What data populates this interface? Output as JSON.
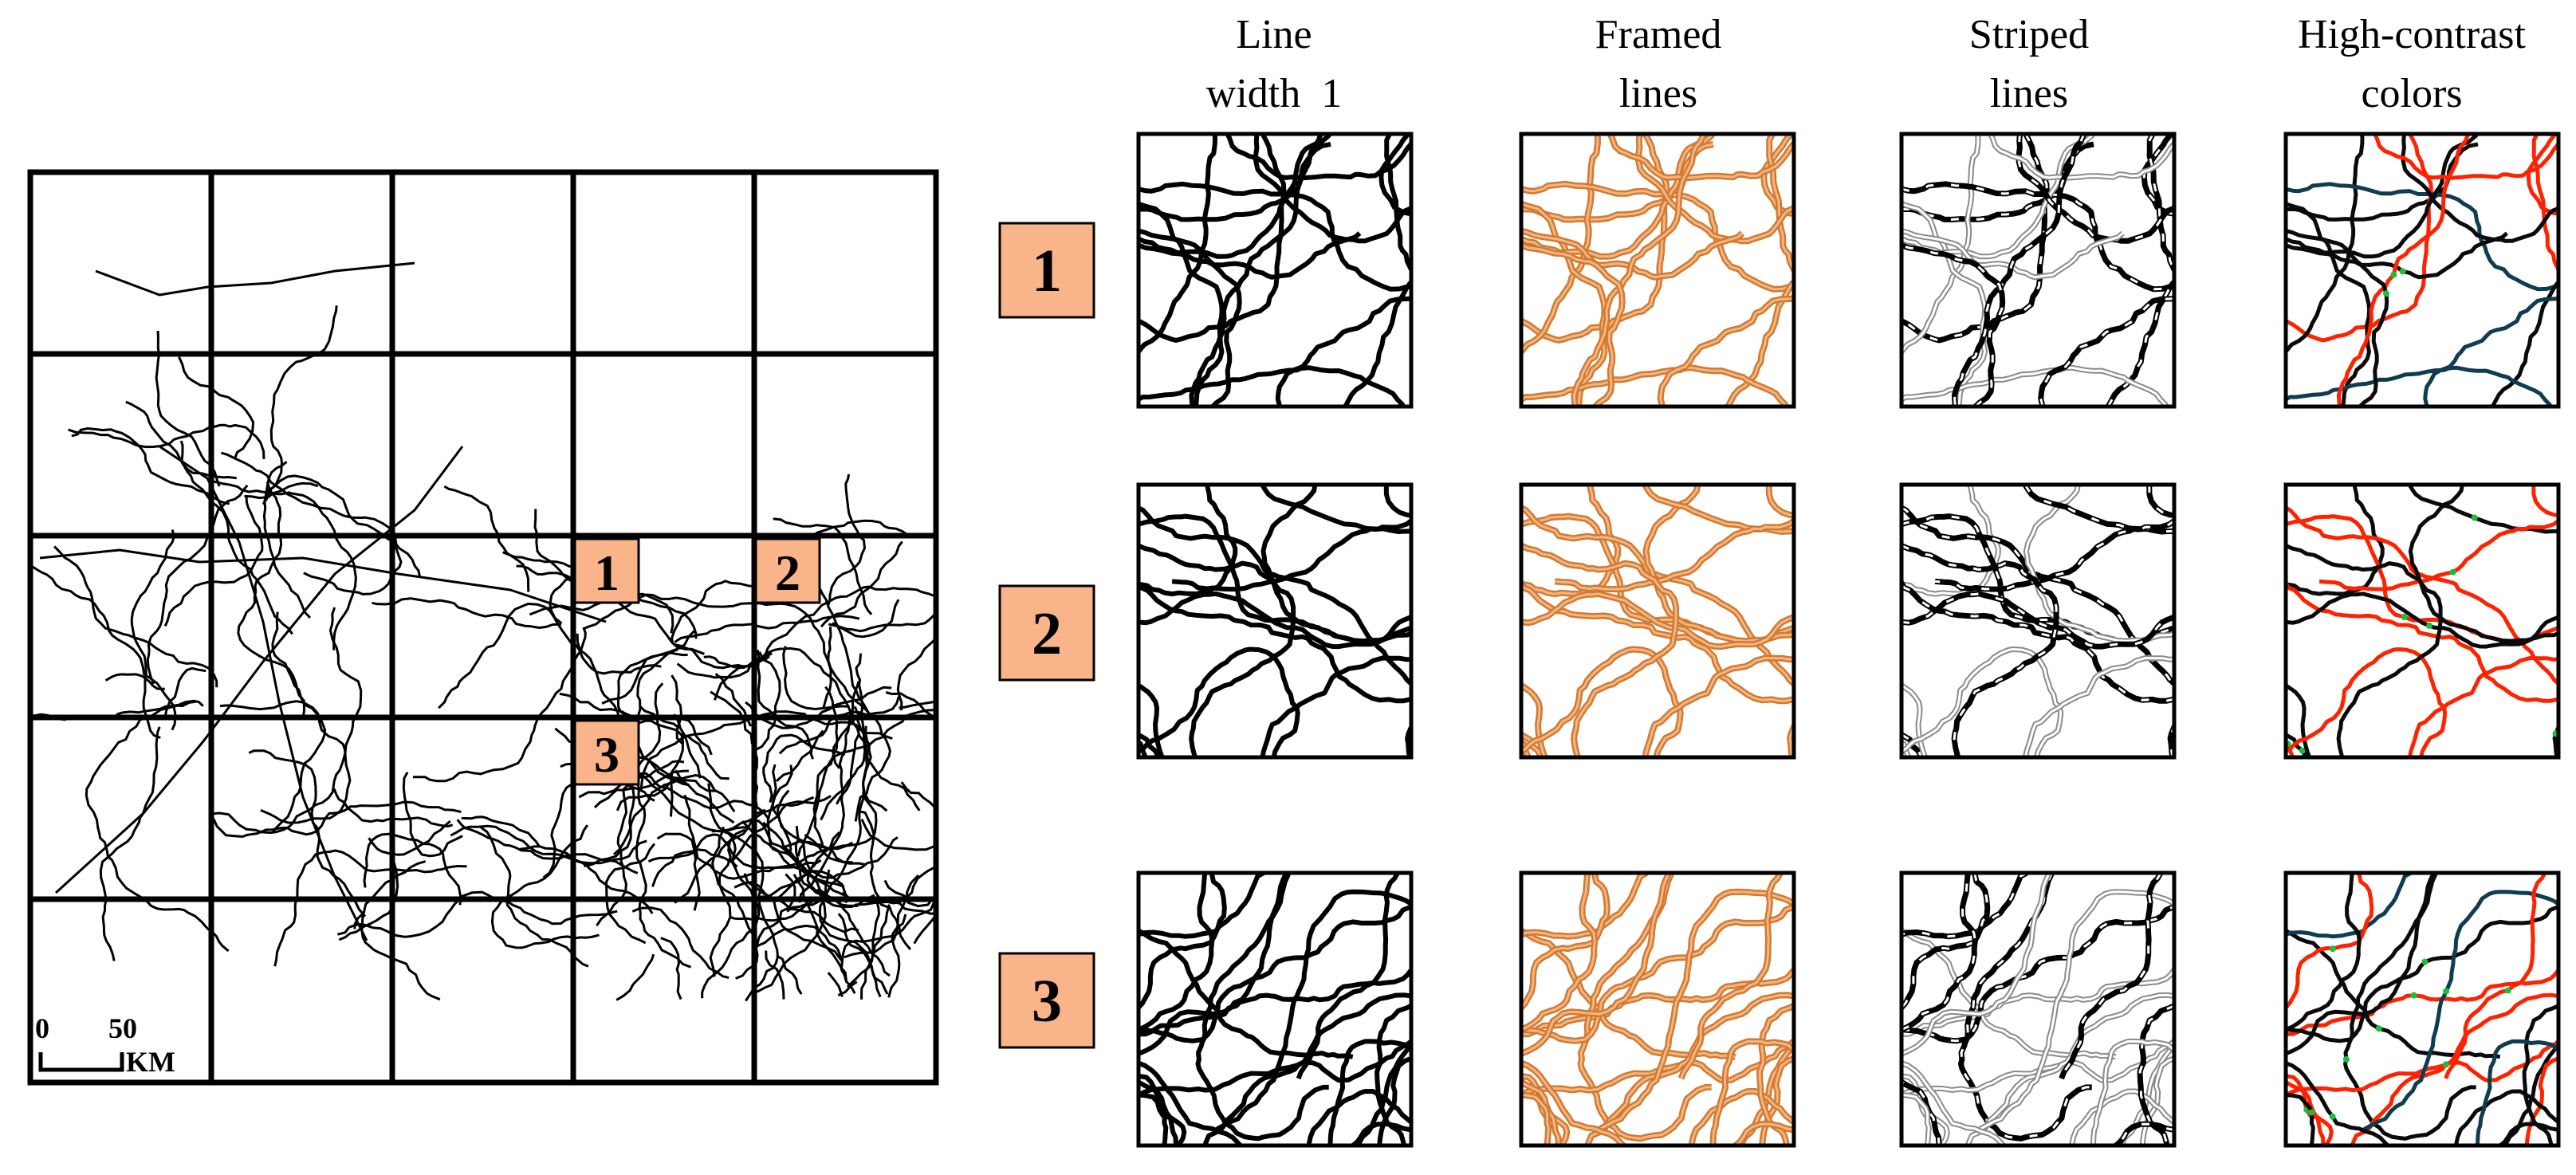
{
  "column_headers": [
    {
      "line1": "Line",
      "line2": "width  1"
    },
    {
      "line1": "Framed",
      "line2": "lines"
    },
    {
      "line1": "Striped",
      "line2": "lines"
    },
    {
      "line1": "High-contrast",
      "line2": "colors"
    }
  ],
  "regions": [
    "1",
    "2",
    "3"
  ],
  "scale_bar": {
    "start": "0",
    "end": "50",
    "unit": "KM"
  },
  "styles": [
    {
      "key": "width1",
      "stroke": "#000000"
    },
    {
      "key": "framed",
      "stroke": "#d07a33",
      "inner": "#f5b57f"
    },
    {
      "key": "striped",
      "stroke": "#000000",
      "inner": "#ffffff"
    },
    {
      "key": "contrast",
      "palette": [
        "#0a0a0a",
        "#ff2200",
        "#0f3d4f",
        "#16c03a"
      ]
    }
  ],
  "colors": {
    "marker_fill": "#f9b48a",
    "grid": "#000000"
  }
}
